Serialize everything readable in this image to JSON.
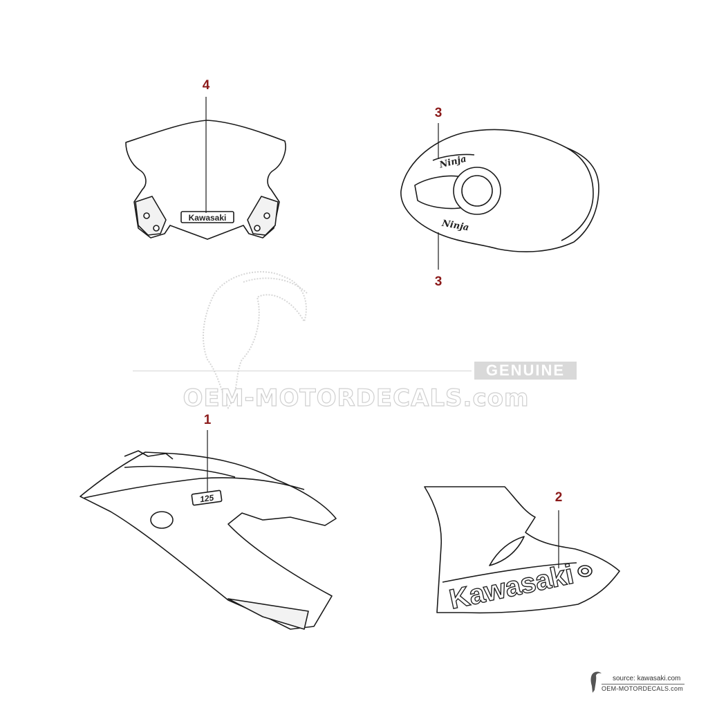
{
  "callouts": [
    {
      "id": "4",
      "label": "4"
    },
    {
      "id": "3a",
      "label": "3"
    },
    {
      "id": "3b",
      "label": "3"
    },
    {
      "id": "1",
      "label": "1"
    },
    {
      "id": "2",
      "label": "2"
    }
  ],
  "parts": {
    "windshield": {
      "decal_text": "Kawasaki"
    },
    "fuel_tank": {
      "decal_text_upper": "Ninja",
      "decal_text_lower": "Ninja"
    },
    "side_fairing": {
      "decal_text": "125"
    },
    "lower_cowl": {
      "decal_text": "Kawasaki"
    }
  },
  "watermark": {
    "badge": "GENUINE",
    "site": "OEM-MOTORDECALS.com"
  },
  "footer": {
    "source": "source: kawasaki.com",
    "site": "OEM-MOTORDECALS.com"
  },
  "colors": {
    "callout": "#8b1a1a",
    "line_art": "#1a1a1a",
    "watermark": "#cfcfcf"
  }
}
